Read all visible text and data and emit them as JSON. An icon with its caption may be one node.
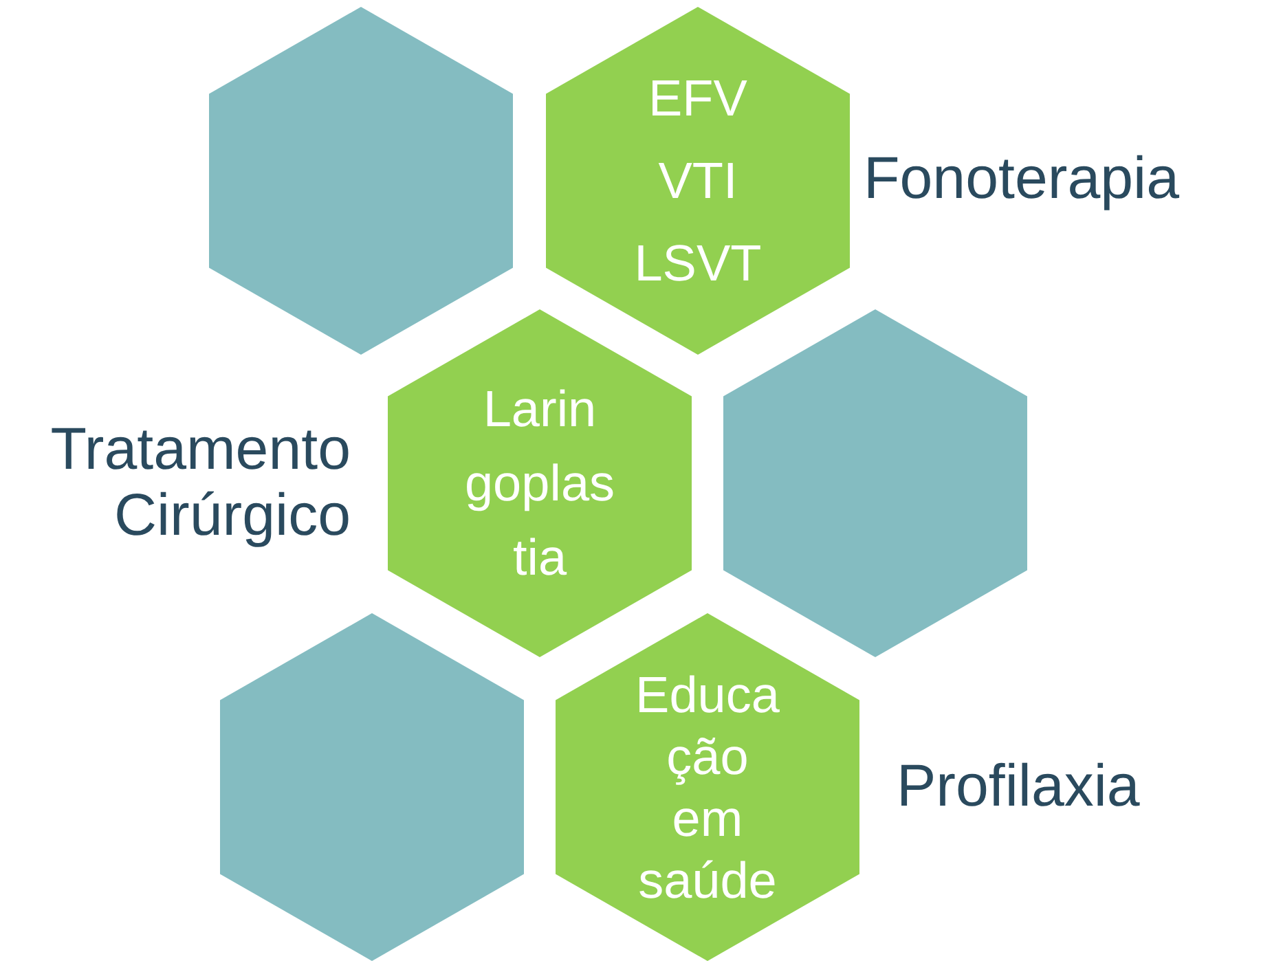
{
  "diagram": {
    "nodes": [
      {
        "text": [],
        "shape": "hexagon"
      },
      {
        "text": [
          "EFV VTI LSVT"
        ],
        "beside": [
          "Fonoterapia"
        ]
      },
      {
        "text": [
          "Larin goplas tia"
        ],
        "beside": [
          "Tratamento Cirúrgico"
        ]
      },
      {
        "text": [],
        "shape": "hexagon"
      },
      {
        "text": [],
        "shape": "hexagon"
      },
      {
        "text": [
          "Educa ção em saúde"
        ],
        "beside": [
          "Profilaxia"
        ]
      }
    ]
  }
}
